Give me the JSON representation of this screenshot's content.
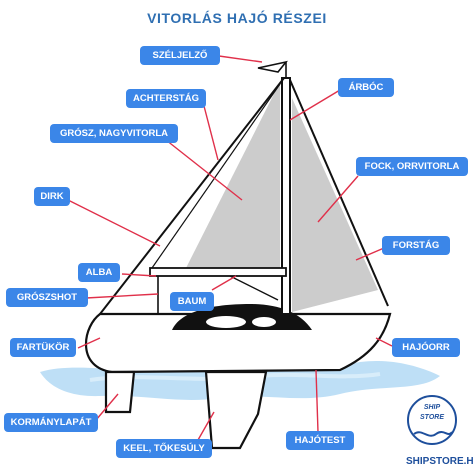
{
  "title": "VITORLÁS HAJÓ RÉSZEI",
  "labels": {
    "szeljelzo": "SZÉLJELZŐ",
    "arboc": "ÁRBÓC",
    "achterstag": "ACHTERSTÁG",
    "grosz_nagyvitorla": "GRÓSZ, NAGYVITORLA",
    "fock_orrvitorla": "FOCK, ORRVITORLA",
    "dirk": "DIRK",
    "forstag": "FORSTÁG",
    "alba": "ALBA",
    "groszshot": "GRÓSZSHOT",
    "baum": "BAUM",
    "fartukor": "FARTÜKÖR",
    "hajoorr": "HAJÓORR",
    "kormanylapat": "KORMÁNYLAPÁT",
    "keel_tokesuly": "KEEL, TŐKESÚLY",
    "hajotest": "HAJÓTEST"
  },
  "brand": {
    "site": "SHIPSTORE.HU",
    "logo_top": "SHIP",
    "logo_bottom": "STORE"
  },
  "colors": {
    "title": "#2f6fb2",
    "label_bg": "#3b86e8",
    "sail": "#cccccc",
    "water": "#b7dcf5",
    "outline": "#111111",
    "leader_line": "#e0304a",
    "brand": "#1e4f9c"
  }
}
